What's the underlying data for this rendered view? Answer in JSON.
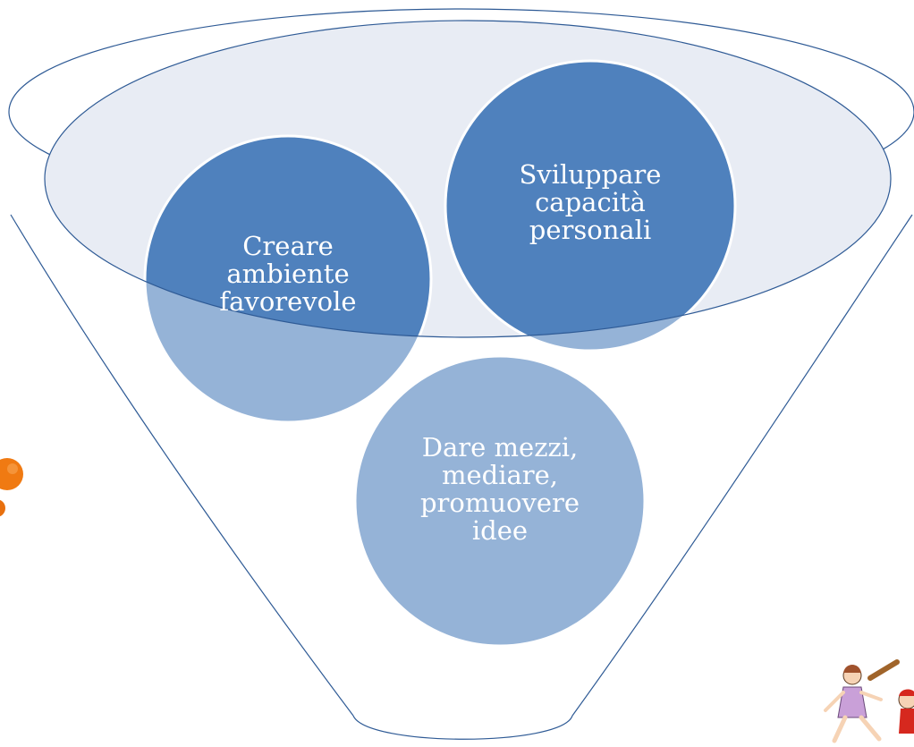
{
  "diagram": {
    "type": "funnel",
    "colors": {
      "funnel_stroke": "#2e5a95",
      "top_ellipse_fill": "#e8ecf4",
      "circle_dark": "#4f81bd",
      "circle_light": "#95b3d7",
      "circle_stroke": "#ffffff",
      "text": "#ffffff"
    },
    "circles": [
      {
        "id": "creare",
        "lines": [
          "Creare",
          "ambiente",
          "favorevole"
        ]
      },
      {
        "id": "sviluppare",
        "lines": [
          "Sviluppare",
          "capacità",
          "personali"
        ]
      },
      {
        "id": "dare",
        "lines": [
          "Dare mezzi,",
          "mediare,",
          "promuovere",
          "idee"
        ]
      }
    ],
    "decorations": [
      "orange-fruit-icon",
      "children-playing-illustration"
    ]
  }
}
